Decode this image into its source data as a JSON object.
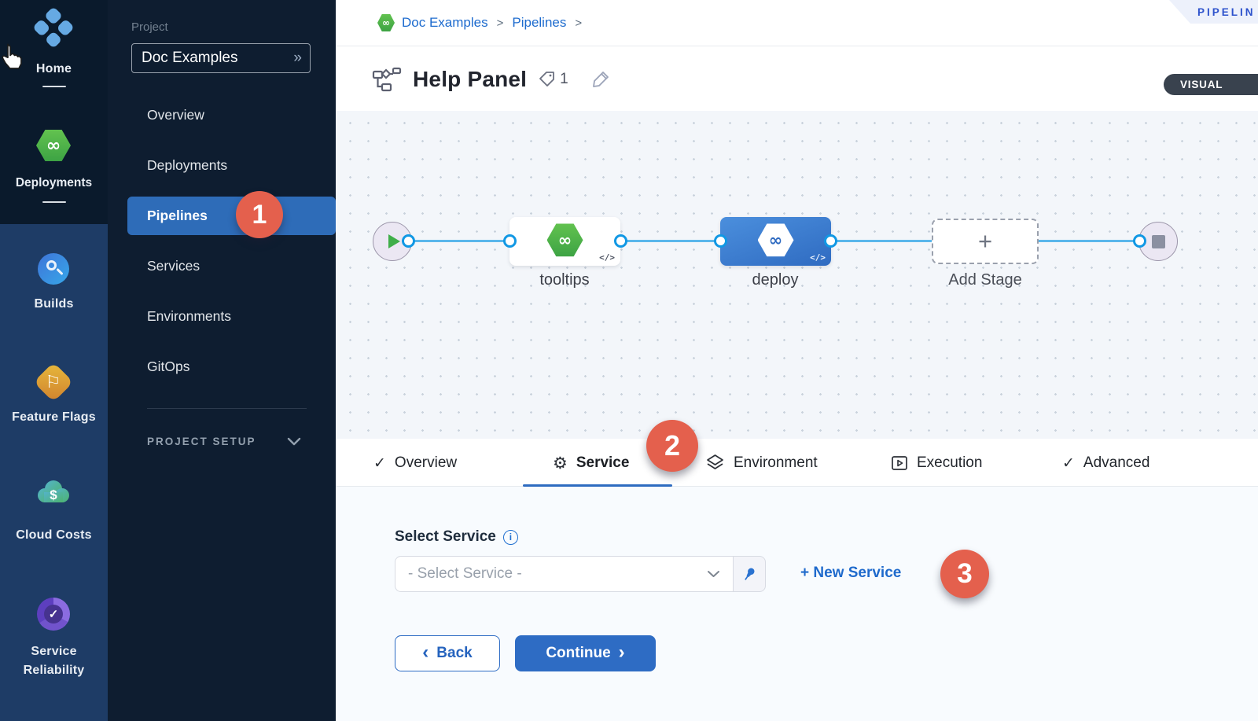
{
  "module_sidebar": {
    "top": [
      {
        "label": "Home"
      },
      {
        "label": "Deployments"
      }
    ],
    "bottom": [
      {
        "label": "Builds"
      },
      {
        "label": "Feature Flags"
      },
      {
        "label": "Cloud Costs"
      },
      {
        "label": "Service Reliability"
      }
    ]
  },
  "project_sidebar": {
    "section_label": "Project",
    "project_name": "Doc Examples",
    "items": [
      {
        "label": "Overview"
      },
      {
        "label": "Deployments"
      },
      {
        "label": "Pipelines",
        "active": true
      },
      {
        "label": "Services"
      },
      {
        "label": "Environments"
      },
      {
        "label": "GitOps"
      }
    ],
    "setup_label": "PROJECT SETUP"
  },
  "breadcrumb": {
    "project": "Doc Examples",
    "section": "Pipelines",
    "separator": ">"
  },
  "header": {
    "title": "Help Panel",
    "tag_count": "1",
    "ribbon_label": "PIPELIN",
    "view_toggle": "VISUAL"
  },
  "canvas": {
    "nodes": [
      {
        "label": "tooltips"
      },
      {
        "label": "deploy"
      }
    ],
    "add_stage_label": "Add Stage"
  },
  "tabs": [
    {
      "label": "Overview"
    },
    {
      "label": "Service",
      "active": true
    },
    {
      "label": "Environment"
    },
    {
      "label": "Execution"
    },
    {
      "label": "Advanced"
    }
  ],
  "service_form": {
    "label": "Select Service",
    "placeholder": "- Select Service -",
    "new_service_label": "+ New Service",
    "back_label": "Back",
    "continue_label": "Continue"
  },
  "annotations": {
    "step1": "1",
    "step2": "2",
    "step3": "3"
  },
  "icons": {
    "infinity": "∞",
    "gear": "⚙",
    "check": "✓",
    "yaml": "</>",
    "plus": "+",
    "double_chevron": "»",
    "chevron_left": "‹",
    "chevron_right": "›",
    "info": "i",
    "flag": "⚐",
    "dollar": "$",
    "sr_check": "✓"
  },
  "colors": {
    "accent_blue": "#2e6cc4",
    "active_nav": "#2e6cb8",
    "badge_red": "#e4604d",
    "link_blue": "#1d6bce",
    "connector_blue": "#5ab7eb",
    "sidebar_dark": "#0a1a2c",
    "sidebar_light_blue": "#1e3c66",
    "canvas_bg": "#f3f6fa"
  }
}
